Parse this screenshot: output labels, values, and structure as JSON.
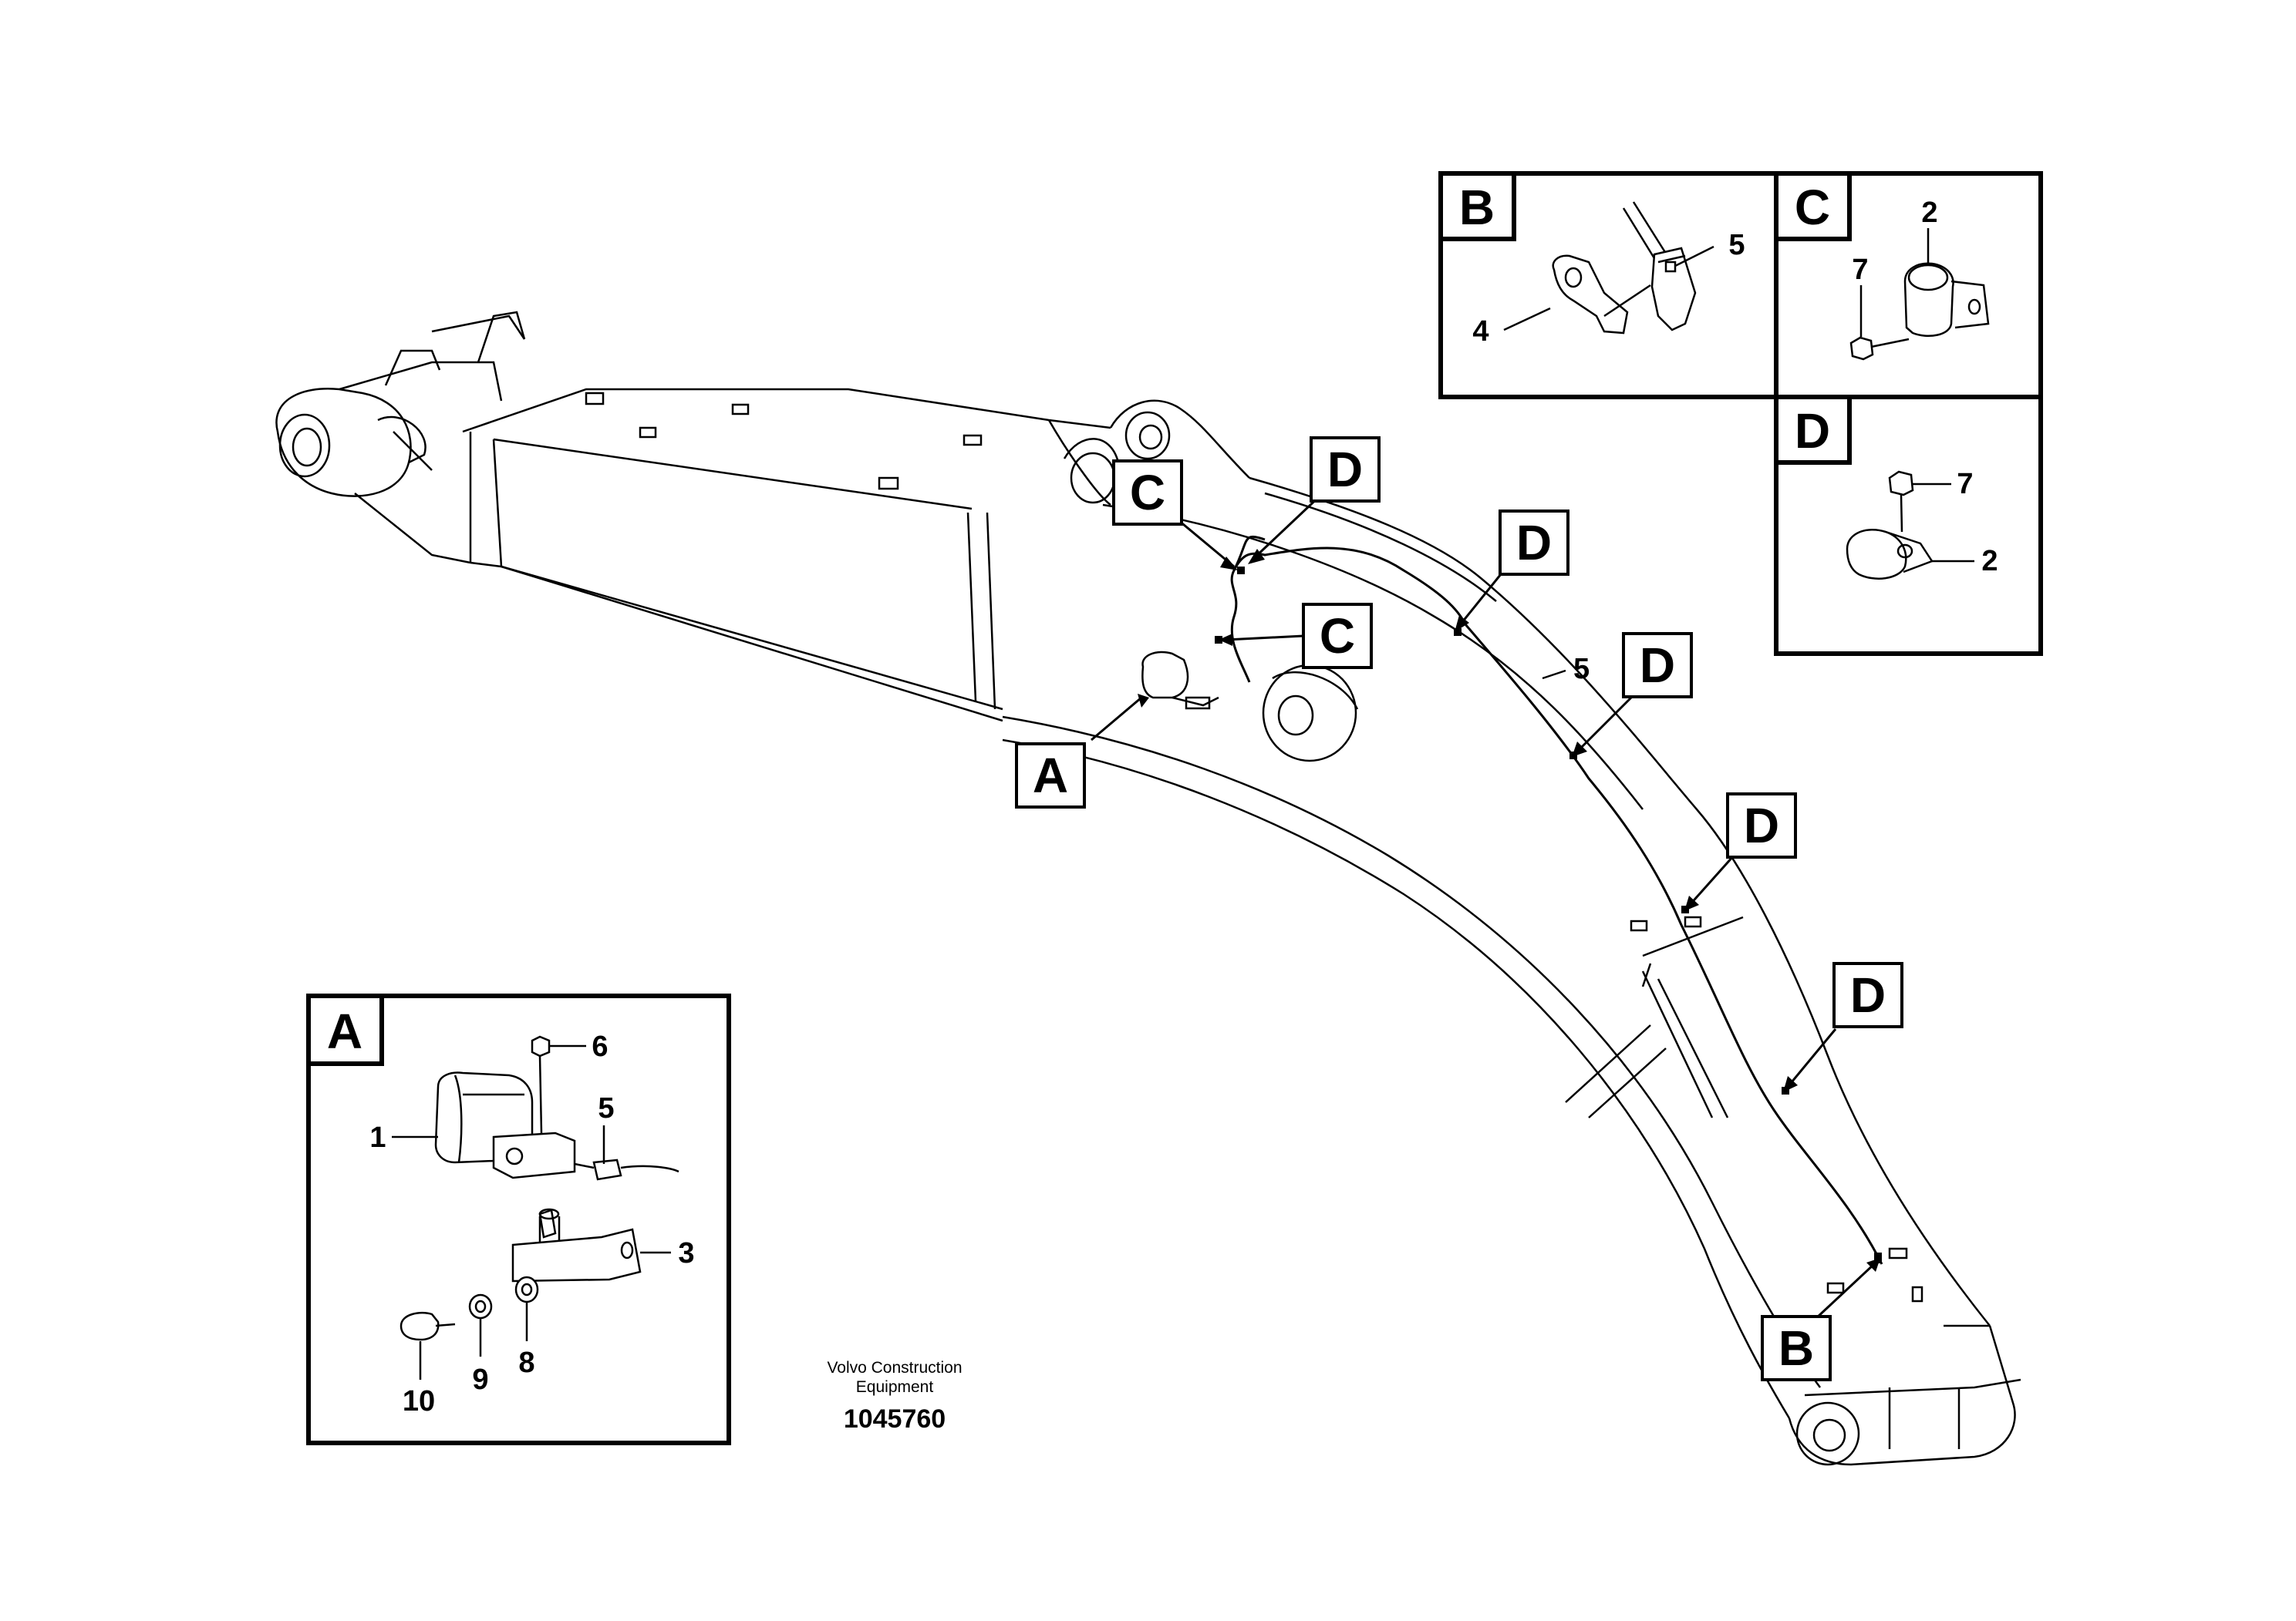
{
  "footer": {
    "manufacturer_line1": "Volvo Construction",
    "manufacturer_line2": "Equipment",
    "drawing_number": "1045760"
  },
  "main_callouts": {
    "A": "A",
    "B": "B",
    "C1": "C",
    "C2": "C",
    "D1": "D",
    "D2": "D",
    "D3": "D",
    "D4": "D",
    "D5": "D"
  },
  "main_part_labels": {
    "harness": "5"
  },
  "detail_A": {
    "title": "A",
    "labels": {
      "lamp": "1",
      "bolt_top": "6",
      "connector": "5",
      "bracket": "3",
      "bolt": "10",
      "washer_small": "9",
      "washer_large": "8"
    }
  },
  "detail_B": {
    "title": "B",
    "labels": {
      "terminal": "4",
      "connector": "5"
    }
  },
  "detail_C": {
    "title": "C",
    "labels": {
      "clamp": "2",
      "screw": "7"
    }
  },
  "detail_D": {
    "title": "D",
    "labels": {
      "screw": "7",
      "clamp": "2"
    }
  }
}
